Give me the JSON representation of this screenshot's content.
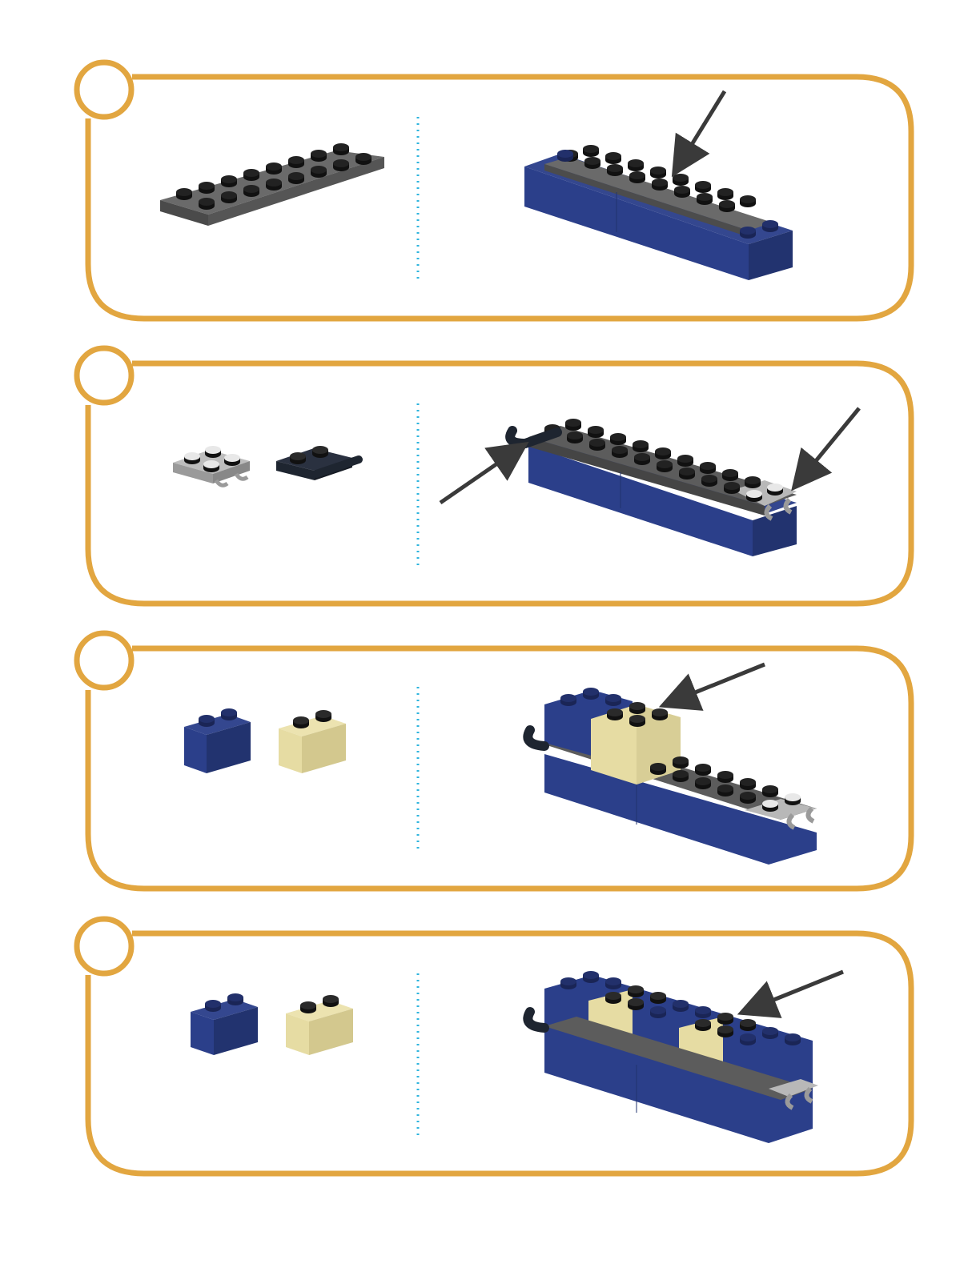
{
  "colors": {
    "frame": "#e2a640",
    "divider": "#2eb4de",
    "arrow": "#3a3a3a",
    "brick_blue": "#2b3f8a",
    "brick_tan": "#e6dca3",
    "plate_dark_gray": "#5c5c5c",
    "plate_light_gray": "#b8b8b8",
    "plate_black": "#1e2530"
  },
  "steps": [
    {
      "number": "",
      "parts": [
        "dark-gray-2x8-plate"
      ],
      "arrows": 1
    },
    {
      "number": "",
      "parts": [
        "light-gray-clip-plate",
        "black-handle-plate"
      ],
      "arrows": 2
    },
    {
      "number": "",
      "parts": [
        "blue-1x2-brick",
        "tan-1x2-brick"
      ],
      "arrows": 1
    },
    {
      "number": "",
      "parts": [
        "blue-1x2-brick",
        "tan-1x2-brick"
      ],
      "arrows": 1
    }
  ]
}
